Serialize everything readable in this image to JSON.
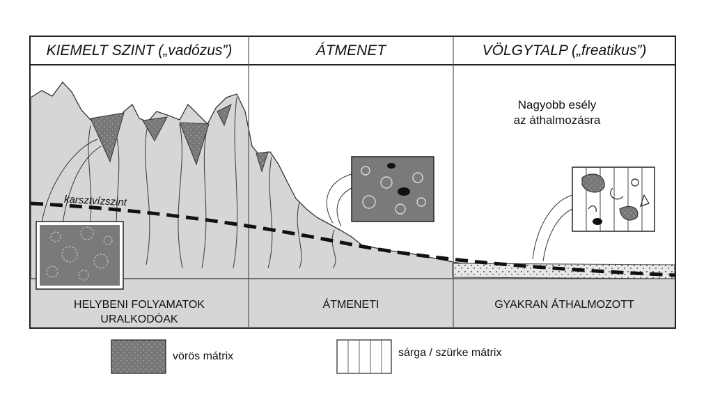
{
  "header": {
    "zone_left": "KIEMELT SZINT („vadózus”)",
    "zone_mid": "ÁTMENET",
    "zone_right": "VÖLGYTALP („freatikus”)"
  },
  "labels": {
    "water_table": "karsztvízszint",
    "right_note_1": "Nagyobb esély",
    "right_note_2": "az áthalmozásra",
    "bottom_left_1": "HELYBENI FOLYAMATOK",
    "bottom_left_2": "URALKODÓAK",
    "bottom_mid": "ÁTMENETI",
    "bottom_right": "GYAKRAN ÁTHALMOZOTT"
  },
  "legend": {
    "red_matrix": "vörös mátrix",
    "yellow_grey_matrix": "sárga / szürke mátrix"
  },
  "colors": {
    "rock": "#d6d6d6",
    "red_matrix": "#6e6e6e",
    "line": "#222222"
  }
}
